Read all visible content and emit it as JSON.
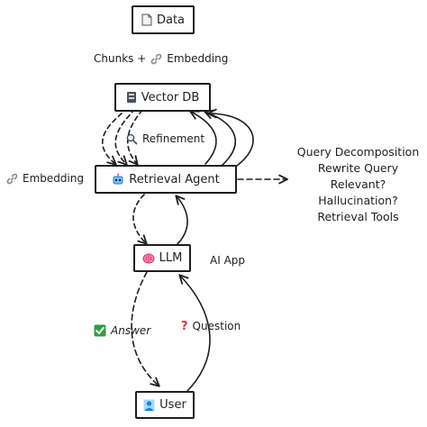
{
  "nodes": {
    "data": {
      "label": "Data",
      "icon": "document-icon"
    },
    "vector_db": {
      "label": "Vector DB",
      "icon": "database-icon"
    },
    "retrieval_agent": {
      "label": "Retrieval Agent",
      "icon": "robot-icon"
    },
    "llm": {
      "label": "LLM",
      "icon": "brain-icon"
    },
    "user": {
      "label": "User",
      "icon": "user-icon"
    }
  },
  "edge_labels": {
    "chunks_embedding": {
      "prefix": "Chunks +",
      "suffix": "Embedding",
      "icon": "link-icon"
    },
    "refinement": {
      "label": "Refinement",
      "icon": "magnifier-icon"
    },
    "embedding": {
      "label": "Embedding",
      "icon": "link-icon"
    },
    "answer": {
      "label": "Answer",
      "icon": "checkmark-icon"
    },
    "question": {
      "label": "Question",
      "icon": "question-mark-icon"
    }
  },
  "annotations": {
    "ai_app": "AI App",
    "agent_capabilities": [
      "Query Decomposition",
      "Rewrite Query",
      "Relevant?",
      "Hallucination?",
      "Retrieval Tools"
    ]
  },
  "colors": {
    "stroke": "#1e1e1e",
    "question_mark": "#e03131",
    "check_green": "#2f9e44",
    "link_gray": "#868e96",
    "brain_pink": "#f783ac",
    "user_blue": "#4dabf7"
  }
}
